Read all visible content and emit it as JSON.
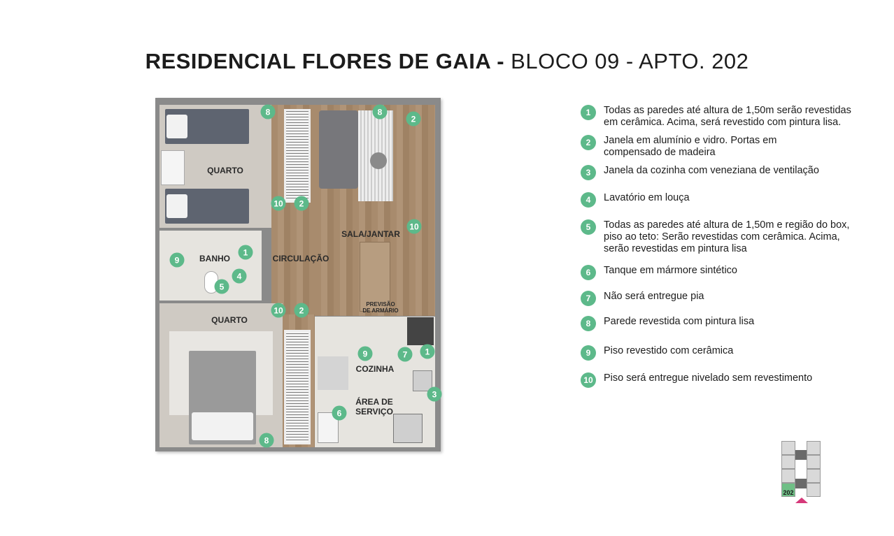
{
  "title": {
    "bold": "RESIDENCIAL FLORES DE GAIA -",
    "regular": " BLOCO 09 - APTO. 202"
  },
  "rooms": {
    "quarto1": "QUARTO",
    "banho": "BANHO",
    "circulacao": "CIRCULAÇÃO",
    "sala": "SALA/JANTAR",
    "quarto2": "QUARTO",
    "armario": "PREVISÃO\nDE ARMÁRIO",
    "cozinha": "COZINHA",
    "area": "ÁREA DE\nSERVIÇO"
  },
  "markers": [
    "8",
    "8",
    "2",
    "10",
    "2",
    "10",
    "9",
    "1",
    "4",
    "5",
    "10",
    "2",
    "9",
    "7",
    "1",
    "3",
    "6",
    "8"
  ],
  "legend": [
    {
      "n": "1",
      "text": "Todas as paredes até altura de 1,50m serão revestidas em cerâmica. Acima, será revestido com pintura lisa."
    },
    {
      "n": "2",
      "text": "Janela em alumínio e vidro. Portas em compensado de madeira"
    },
    {
      "n": "3",
      "text": "Janela da cozinha com veneziana de ventilação"
    },
    {
      "n": "4",
      "text": "Lavatório em louça"
    },
    {
      "n": "5",
      "text": "Todas as paredes até altura de 1,50m e região do box, piso ao teto: Serão revestidas com cerâmica. Acima, serão revestidas em pintura lisa"
    },
    {
      "n": "6",
      "text": "Tanque em mármore sintético"
    },
    {
      "n": "7",
      "text": "Não será entregue pia"
    },
    {
      "n": "8",
      "text": "Parede revestida com pintura lisa"
    },
    {
      "n": "9",
      "text": "Piso revestido com cerâmica"
    },
    {
      "n": "10",
      "text": "Piso será entregue nivelado sem revestimento"
    }
  ],
  "building": {
    "unit": "202"
  },
  "colors": {
    "marker": "#5db98a",
    "highlight": "#6fbf86",
    "pointer": "#d6397a"
  }
}
